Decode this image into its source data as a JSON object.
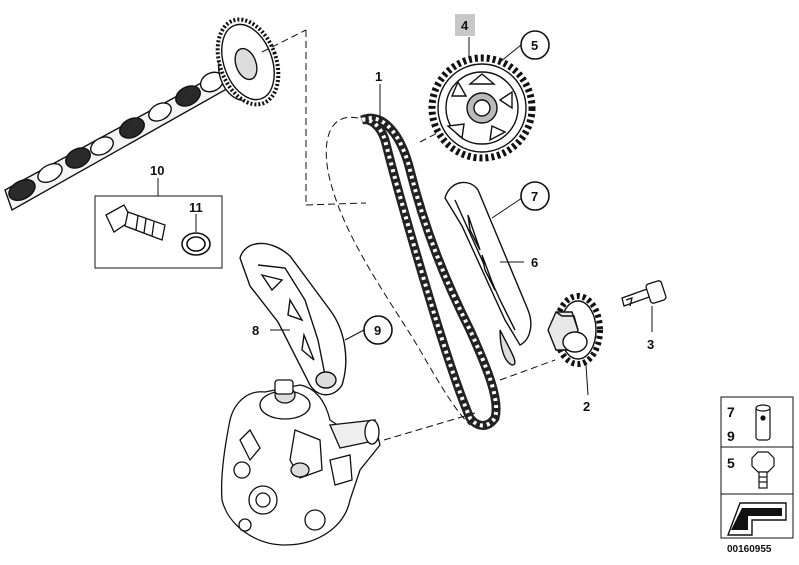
{
  "diagram": {
    "callouts": {
      "c1": "1",
      "c2": "2",
      "c3": "3",
      "c4": "4",
      "c5": "5",
      "c6": "6",
      "c7": "7",
      "c8": "8",
      "c9": "9",
      "c10": "10",
      "c11": "11"
    },
    "highlight_color": "#c8c8c8"
  },
  "legend_panel": {
    "row1_top": "7",
    "row1_bottom": "9",
    "row2": "5"
  },
  "document_id": "00160955"
}
